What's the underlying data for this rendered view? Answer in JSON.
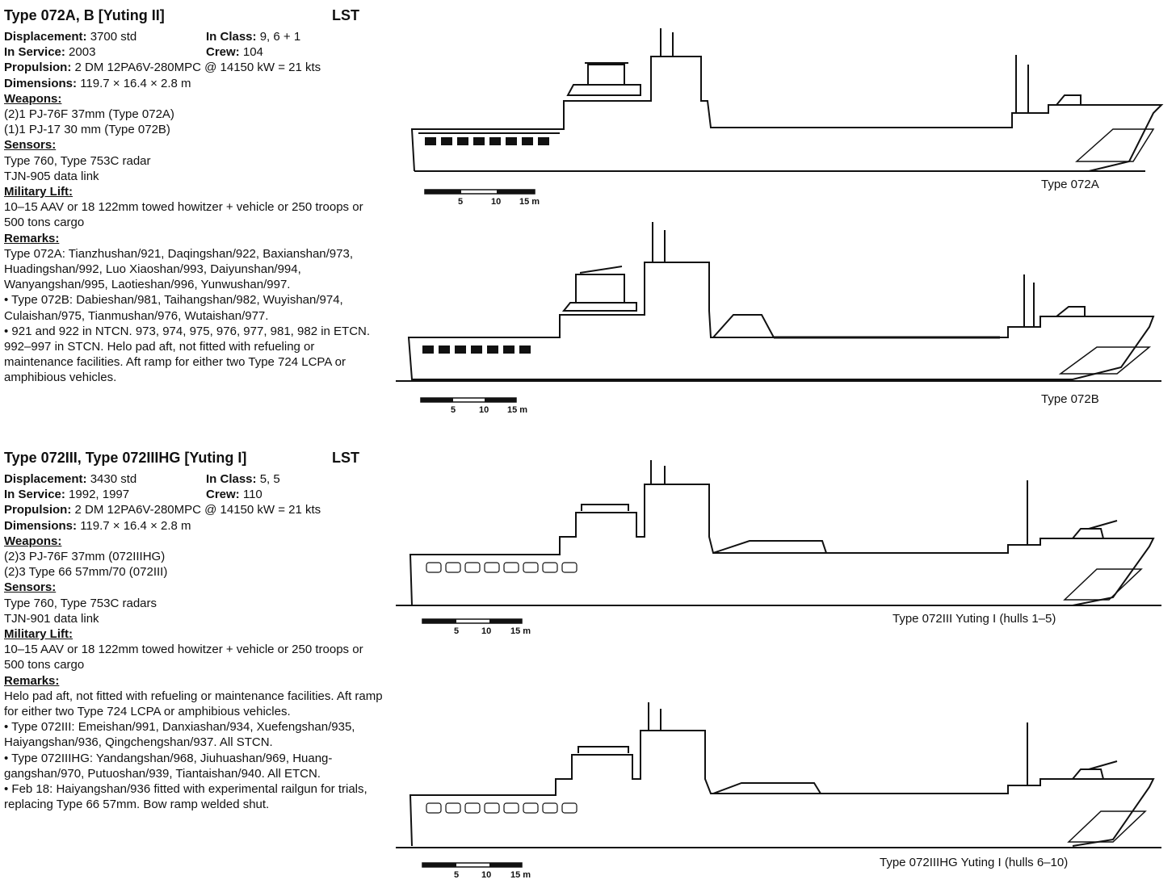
{
  "entries": [
    {
      "title": "Type 072A, B [Yuting II]",
      "kind": "LST",
      "displacement_label": "Displacement:",
      "displacement": "3700 std",
      "in_class_label": "In Class:",
      "in_class": "9, 6 + 1",
      "in_service_label": "In Service:",
      "in_service": "2003",
      "crew_label": "Crew:",
      "crew": "104",
      "propulsion_label": "Propulsion:",
      "propulsion": "2 DM 12PA6V-280MPC @ 14150 kW = 21 kts",
      "dimensions_label": "Dimensions:",
      "dimensions": "119.7 × 16.4 × 2.8 m",
      "weapons_label": "Weapons:",
      "weapons": [
        "(2)1 PJ-76F 37mm (Type 072A)",
        "(1)1 PJ-17 30 mm (Type 072B)"
      ],
      "sensors_label": "Sensors:",
      "sensors": [
        "Type 760, Type 753C radar",
        "TJN-905 data link"
      ],
      "lift_label": "Military Lift:",
      "lift": "10–15 AAV or 18 122mm towed howitzer + vehicle or 250 troops or 500 tons cargo",
      "remarks_label": "Remarks:",
      "remarks": [
        "Type 072A: Tianzhushan/921, Daqingshan/922, Baxianshan/973, Huadingshan/992, Luo Xiaoshan/993, Daiyunshan/994, Wanyangshan/995, Laotieshan/996, Yunwushan/997.",
        "• Type 072B: Dabieshan/981, Taihangshan/982, Wuyishan/974, Culaishan/975, Tianmushan/976, Wutaishan/977.",
        "• 921 and 922 in NTCN. 973, 974, 975, 976, 977, 981, 982 in ETCN. 992–997 in STCN. Helo pad aft, not fitted with refueling or maintenance facilities. Aft ramp for either two Type 724 LCPA or amphibious vehicles."
      ]
    },
    {
      "title": "Type 072III, Type 072IIIHG [Yuting I]",
      "kind": "LST",
      "displacement_label": "Displacement:",
      "displacement": "3430 std",
      "in_class_label": "In Class:",
      "in_class": "5, 5",
      "in_service_label": "In Service:",
      "in_service": "1992, 1997",
      "crew_label": "Crew:",
      "crew": "110",
      "propulsion_label": "Propulsion:",
      "propulsion": "2 DM 12PA6V-280MPC @ 14150 kW = 21 kts",
      "dimensions_label": "Dimensions:",
      "dimensions": "119.7 × 16.4 × 2.8 m",
      "weapons_label": "Weapons:",
      "weapons": [
        "(2)3 PJ-76F 37mm (072IIIHG)",
        "(2)3 Type 66 57mm/70 (072III)"
      ],
      "sensors_label": "Sensors:",
      "sensors": [
        "Type 760, Type 753C radars",
        "TJN-901 data link"
      ],
      "lift_label": "Military Lift:",
      "lift": "10–15 AAV or 18 122mm towed howitzer + vehicle or 250 troops or 500 tons cargo",
      "remarks_label": "Remarks:",
      "remarks": [
        "Helo pad aft, not fitted with refueling or maintenance facilities. Aft ramp for either two Type 724 LCPA or amphibious vehicles.",
        "• Type 072III: Emeishan/991, Danxiashan/934, Xuefengshan/935, Haiyangshan/936, Qingchengshan/937. All STCN.",
        "• Type 072IIIHG: Yandangshan/968, Jiuhuashan/969, Huang-gangshan/970, Putuoshan/939, Tiantaishan/940. All ETCN.",
        "• Feb 18: Haiyangshan/936 fitted with experimental railgun for trials, replacing Type 66 57mm. Bow ramp welded shut."
      ]
    }
  ],
  "drawings": [
    {
      "caption": "Type 072A",
      "scale": [
        "5",
        "10",
        "15 m"
      ]
    },
    {
      "caption": "Type 072B",
      "scale": [
        "5",
        "10",
        "15 m"
      ]
    },
    {
      "caption": "Type 072III Yuting I (hulls 1–5)",
      "scale": [
        "5",
        "10",
        "15 m"
      ]
    },
    {
      "caption": "Type 072IIIHG Yuting I (hulls 6–10)",
      "scale": [
        "5",
        "10",
        "15 m"
      ]
    }
  ]
}
